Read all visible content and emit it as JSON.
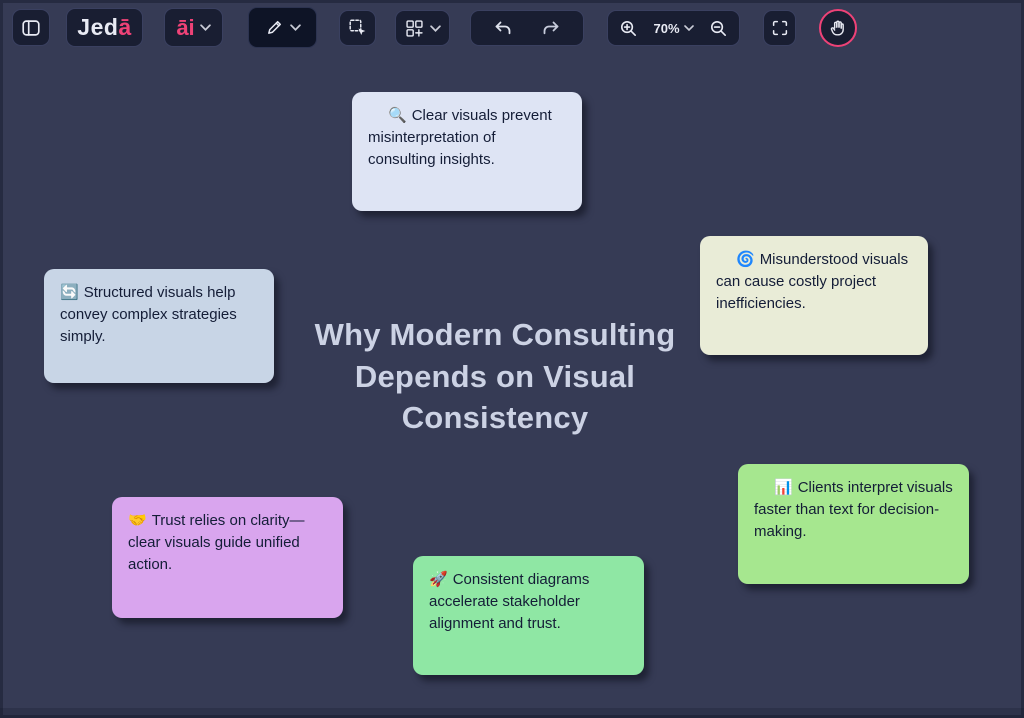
{
  "app": {
    "accent_pink": "#ee4277",
    "background": "#363b55"
  },
  "toolbar": {
    "logo_prefix": "Jed",
    "logo_accent": "ā",
    "ai_label": "āi",
    "zoom_value": "70%",
    "icons": {
      "sidebar": "panel-toggle-icon",
      "pen": "pen-tool-icon",
      "select": "select-tool-icon",
      "shapes": "shapes-grid-icon",
      "undo": "undo-icon",
      "redo": "redo-icon",
      "zoom_in": "zoom-in-icon",
      "zoom_out": "zoom-out-icon",
      "fullscreen": "fullscreen-icon",
      "hand": "hand-tool-icon"
    }
  },
  "board": {
    "title": "Why Modern Consulting Depends on Visual Consistency",
    "notes": [
      {
        "id": "clear-visuals",
        "emoji": "🔍",
        "text": "Clear visuals prevent misinterpretation of consulting insights.",
        "bg": "#dee4f4"
      },
      {
        "id": "misunderstood",
        "emoji": "🌀",
        "text": "Misunderstood visuals can cause costly project inefficiencies.",
        "bg": "#e9ecd7"
      },
      {
        "id": "structured",
        "emoji": "🔄",
        "text": "Structured visuals help convey complex strategies simply.",
        "bg": "#c8d5e6"
      },
      {
        "id": "trust",
        "emoji": "🤝",
        "text": "Trust relies on clarity—clear visuals guide unified action.",
        "bg": "#d9a5ee"
      },
      {
        "id": "consistent",
        "emoji": "🚀",
        "text": "Consistent diagrams accelerate stakeholder alignment and trust.",
        "bg": "#8fe7a4"
      },
      {
        "id": "clients",
        "emoji": "📊",
        "text": "Clients interpret visuals faster than text for decision-making.",
        "bg": "#a6e78f"
      }
    ]
  }
}
